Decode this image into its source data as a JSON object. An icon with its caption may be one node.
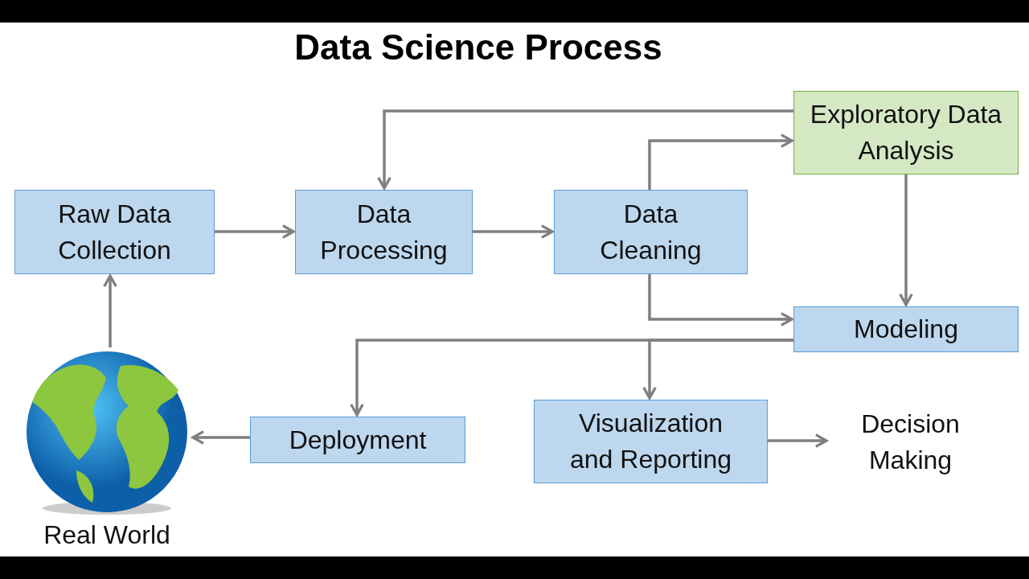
{
  "diagram": {
    "title": "Data Science Process",
    "nodes": [
      {
        "text": [
          "Raw Data Collection"
        ]
      },
      {
        "text": [
          "Data Processing"
        ]
      },
      {
        "text": [
          "Data Cleaning"
        ]
      },
      {
        "text": [
          "Exploratory Data Analysis"
        ]
      },
      {
        "text": [
          "Modeling"
        ]
      },
      {
        "text": [
          "Deployment"
        ]
      },
      {
        "text": [
          "Visualization and Reporting"
        ]
      },
      {
        "text": [
          "Decision Making"
        ]
      },
      {
        "text": [
          "Real World"
        ]
      }
    ],
    "edges": [
      {
        "from": 0,
        "to": 1,
        "arrow": "to"
      },
      {
        "from": 1,
        "to": 2,
        "arrow": "to"
      },
      {
        "from": 2,
        "to": 3,
        "arrow": "to"
      },
      {
        "from": 3,
        "to": 1,
        "arrow": "to"
      },
      {
        "from": 3,
        "to": 4,
        "arrow": "to"
      },
      {
        "from": 2,
        "to": 4,
        "arrow": "to"
      },
      {
        "from": 4,
        "to": 5,
        "arrow": "to"
      },
      {
        "from": 4,
        "to": 6,
        "arrow": "to"
      },
      {
        "from": 6,
        "to": 7,
        "arrow": "to"
      },
      {
        "from": 5,
        "to": 8,
        "arrow": "to"
      },
      {
        "from": 8,
        "to": 0,
        "arrow": "to"
      }
    ]
  }
}
